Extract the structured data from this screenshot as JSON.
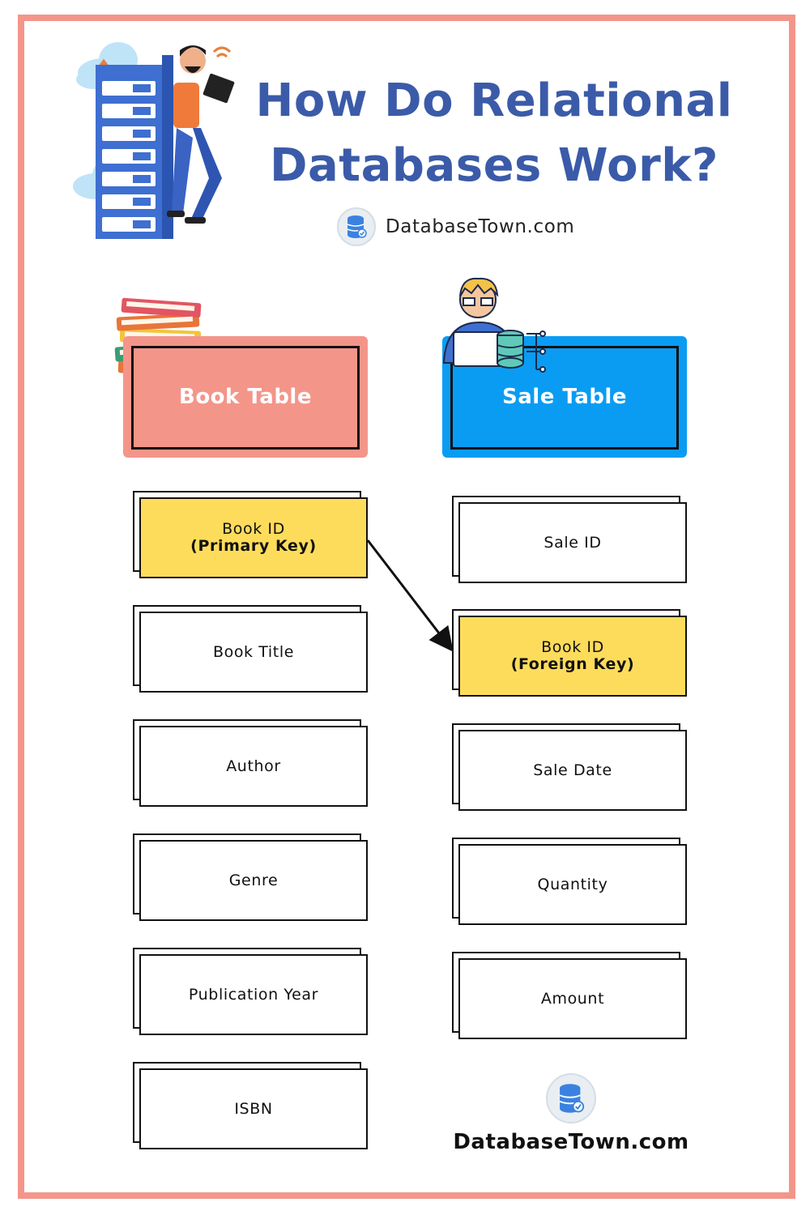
{
  "title": {
    "line1": "How Do Relational",
    "line2": "Databases Work?"
  },
  "brand": {
    "top": "DatabaseTown.com",
    "bottom": "DatabaseTown.com"
  },
  "tables": {
    "book": {
      "header": "Book Table",
      "fields": [
        {
          "label": "Book ID",
          "sub": "(Primary Key)"
        },
        {
          "label": "Book Title",
          "sub": ""
        },
        {
          "label": "Author",
          "sub": ""
        },
        {
          "label": "Genre",
          "sub": ""
        },
        {
          "label": "Publication Year",
          "sub": ""
        },
        {
          "label": "ISBN",
          "sub": ""
        }
      ]
    },
    "sale": {
      "header": "Sale Table",
      "fields": [
        {
          "label": "Sale ID",
          "sub": ""
        },
        {
          "label": "Book ID",
          "sub": "(Foreign Key)"
        },
        {
          "label": "Sale Date",
          "sub": ""
        },
        {
          "label": "Quantity",
          "sub": ""
        },
        {
          "label": "Amount",
          "sub": ""
        }
      ]
    }
  },
  "colors": {
    "frame": "#f4958a",
    "title": "#3b5ba9",
    "book_header": "#f4958a",
    "sale_header": "#0a9cf3",
    "key_field": "#fedc5b"
  }
}
